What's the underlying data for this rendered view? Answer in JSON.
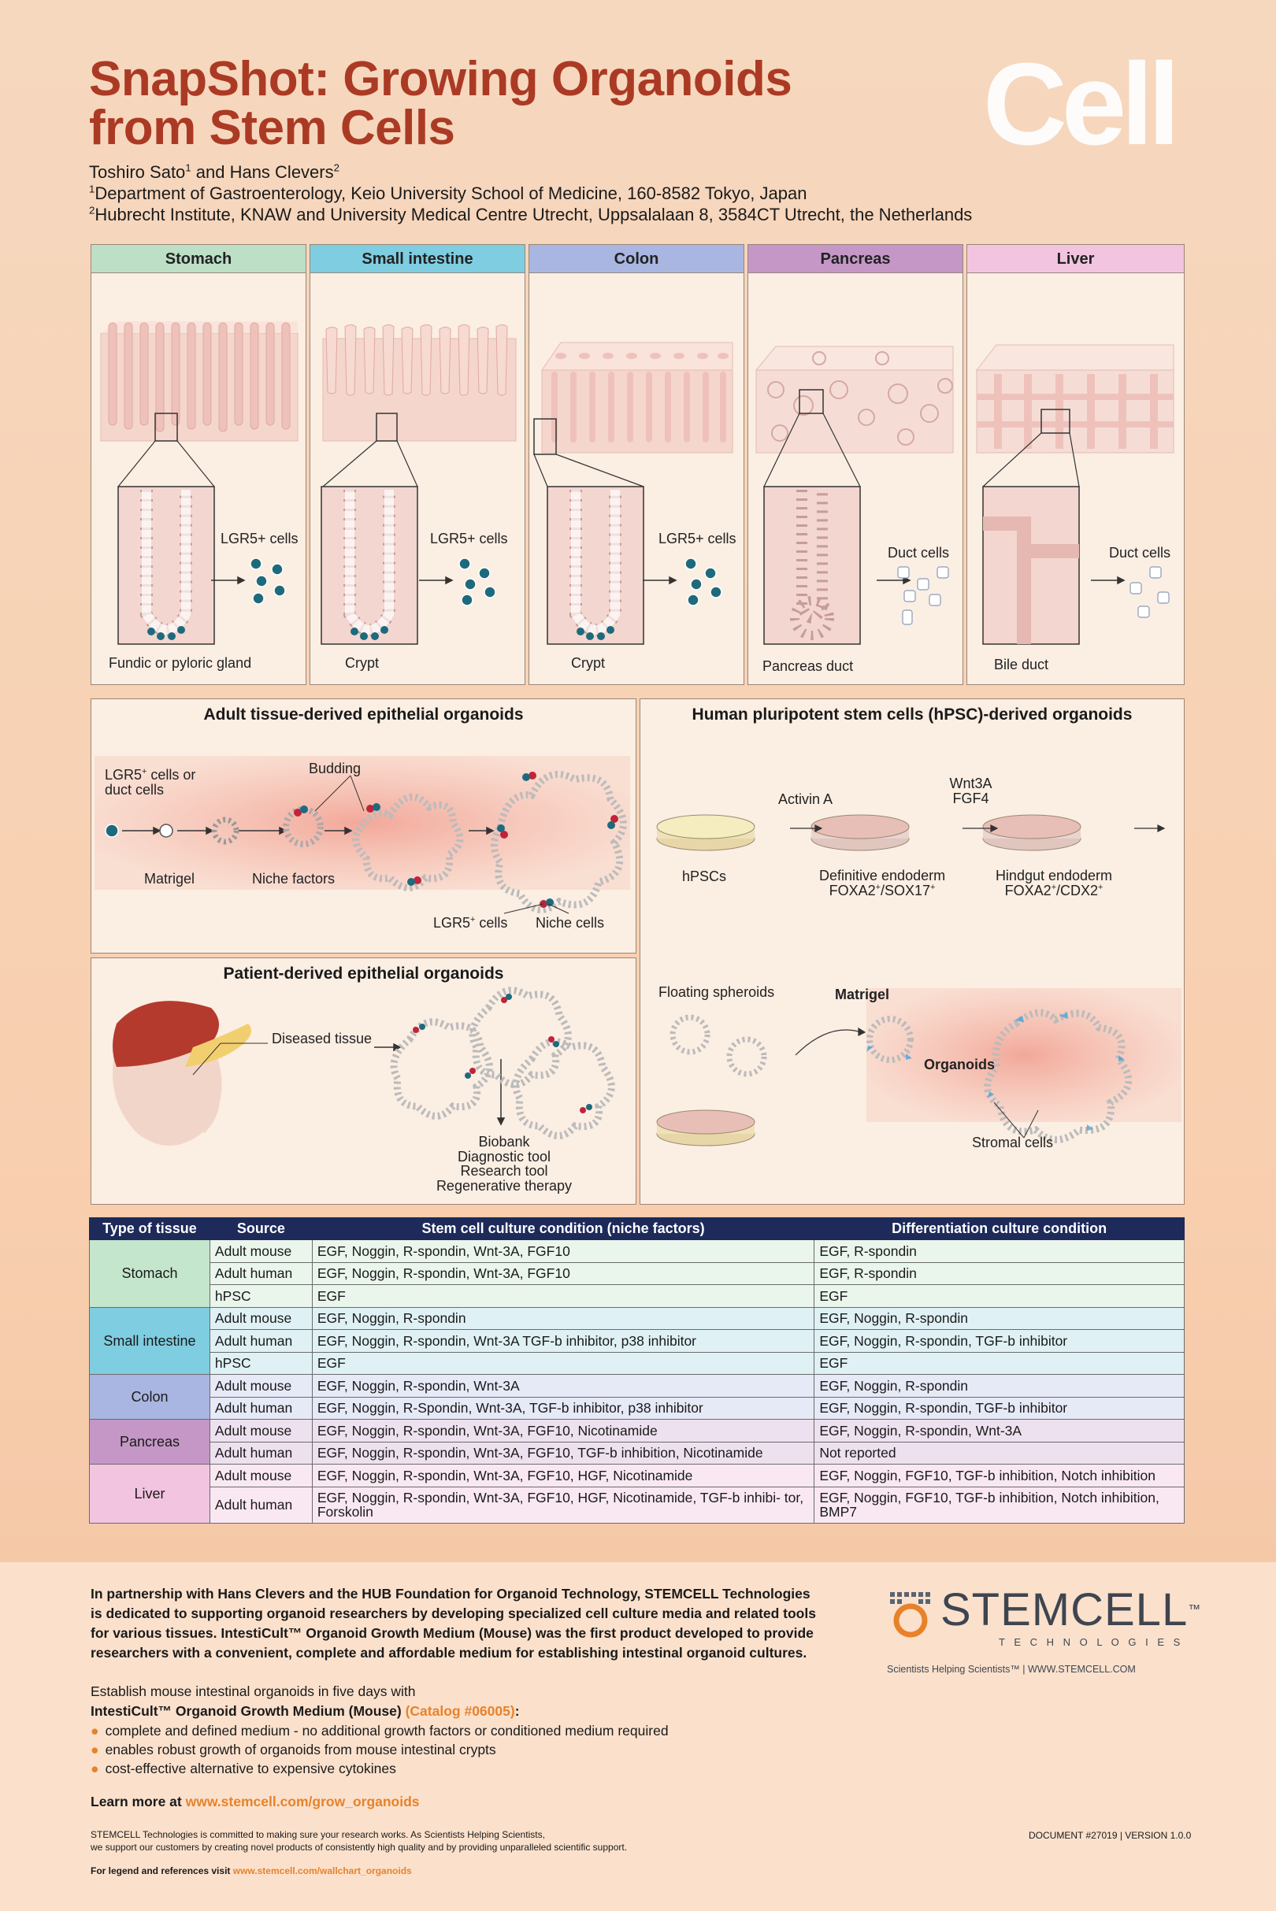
{
  "header": {
    "title_line1": "SnapShot: Growing Organoids",
    "title_line2": "from Stem Cells",
    "journal_logo": "Cell",
    "author1": "Toshiro Sato",
    "author_joiner": " and Hans Clevers",
    "affil1": "Department of Gastroenterology, Keio University School of Medicine, 160-8582 Tokyo, Japan",
    "affil2": "Hubrecht Institute, KNAW and University Medical Centre Utrecht, Uppsalalaan 8, 3584CT Utrecht, the Netherlands"
  },
  "tissues": [
    {
      "name": "Stomach",
      "color": "#bcdfc6",
      "cell_label": "LGR5+ cells",
      "structure": "Fundic or pyloric gland"
    },
    {
      "name": "Small intestine",
      "color": "#7fcde0",
      "cell_label": "LGR5+ cells",
      "structure": "Crypt"
    },
    {
      "name": "Colon",
      "color": "#a9b6e1",
      "cell_label": "LGR5+ cells",
      "structure": "Crypt"
    },
    {
      "name": "Pancreas",
      "color": "#c497c6",
      "cell_label": "Duct cells",
      "structure": "Pancreas duct"
    },
    {
      "name": "Liver",
      "color": "#f2c4e0",
      "cell_label": "Duct cells",
      "structure": "Bile duct"
    }
  ],
  "adult_box": {
    "title": "Adult tissue-derived epithelial organoids",
    "start_label_1": "LGR5",
    "start_label_2": " cells or",
    "start_label_3": "duct cells",
    "budding": "Budding",
    "matrigel": "Matrigel",
    "niche_factors": "Niche factors",
    "lgr5_cells": "LGR5",
    "lgr5_suffix": " cells",
    "niche_cells": "Niche cells"
  },
  "patient_box": {
    "title": "Patient-derived epithelial organoids",
    "diseased": "Diseased tissue",
    "uses": [
      "Biobank",
      "Diagnostic tool",
      "Research tool",
      "Regenerative therapy"
    ]
  },
  "hpsc_box": {
    "title": "Human pluripotent stem cells (hPSC)-derived organoids",
    "activin": "Activin A",
    "wnt": "Wnt3A",
    "fgf": "FGF4",
    "hpscs": "hPSCs",
    "de_1": "Definitive endoderm",
    "de_2a": "FOXA2",
    "de_2b": "/SOX17",
    "hg_1": "Hindgut endoderm",
    "hg_2a": "FOXA2",
    "hg_2b": "/CDX2",
    "floating": "Floating spheroids",
    "matrigel": "Matrigel",
    "organoids": "Organoids",
    "stromal": "Stromal cells"
  },
  "table": {
    "headers": [
      "Type of tissue",
      "Source",
      "Stem cell culture condition (niche factors)",
      "Differentiation culture condition"
    ],
    "groups": [
      {
        "tissue": "Stomach",
        "color": "#c4e6cc",
        "row_color": "#eaf5ec",
        "rows": [
          {
            "source": "Adult mouse",
            "stem": "EGF, Noggin, R-spondin, Wnt-3A, FGF10",
            "diff": "EGF, R-spondin"
          },
          {
            "source": "Adult human",
            "stem": "EGF, Noggin, R-spondin, Wnt-3A, FGF10",
            "diff": "EGF, R-spondin"
          },
          {
            "source": "hPSC",
            "stem": "EGF",
            "diff": "EGF"
          }
        ]
      },
      {
        "tissue": "Small intestine",
        "color": "#7fcde0",
        "row_color": "#dff1f5",
        "rows": [
          {
            "source": "Adult mouse",
            "stem": "EGF, Noggin, R-spondin",
            "diff": "EGF, Noggin, R-spondin"
          },
          {
            "source": "Adult human",
            "stem": "EGF, Noggin, R-spondin, Wnt-3A TGF-b inhibitor, p38 inhibitor",
            "diff": "EGF, Noggin, R-spondin, TGF-b inhibitor"
          },
          {
            "source": "hPSC",
            "stem": "EGF",
            "diff": "EGF"
          }
        ]
      },
      {
        "tissue": "Colon",
        "color": "#a9b6e1",
        "row_color": "#e6e9f6",
        "rows": [
          {
            "source": "Adult mouse",
            "stem": "EGF, Noggin, R-spondin, Wnt-3A",
            "diff": "EGF, Noggin, R-spondin"
          },
          {
            "source": "Adult human",
            "stem": "EGF, Noggin, R-Spondin, Wnt-3A, TGF-b inhibitor, p38 inhibitor",
            "diff": "EGF, Noggin, R-spondin, TGF-b inhibitor"
          }
        ]
      },
      {
        "tissue": "Pancreas",
        "color": "#c497c6",
        "row_color": "#eee1ef",
        "rows": [
          {
            "source": "Adult mouse",
            "stem": "EGF, Noggin, R-spondin, Wnt-3A, FGF10, Nicotinamide",
            "diff": "EGF, Noggin, R-spondin, Wnt-3A"
          },
          {
            "source": "Adult human",
            "stem": "EGF, Noggin, R-spondin, Wnt-3A, FGF10, TGF-b inhibition, Nicotinamide",
            "diff": "Not reported"
          }
        ]
      },
      {
        "tissue": "Liver",
        "color": "#f2c4e0",
        "row_color": "#f9e8f2",
        "rows": [
          {
            "source": "Adult mouse",
            "stem": "EGF, Noggin, R-spondin, Wnt-3A, FGF10, HGF, Nicotinamide",
            "diff": "EGF, Noggin, FGF10, TGF-b inhibition, Notch inhibition"
          },
          {
            "source": "Adult human",
            "stem": "EGF, Noggin, R-spondin, Wnt-3A, FGF10, HGF, Nicotinamide, TGF-b inhibi- tor, Forskolin",
            "diff": "EGF, Noggin, FGF10, TGF-b inhibition, Notch inhibition, BMP7"
          }
        ]
      }
    ]
  },
  "footer": {
    "partnership": [
      "In partnership with Hans Clevers and the HUB Foundation for Organoid Technology, STEMCELL Technologies",
      "is dedicated to supporting organoid researchers by developing specialized cell culture media and related tools",
      "for various tissues. IntestiCult™ Organoid Growth Medium (Mouse) was the first product developed to provide",
      "researchers with a convenient, complete and affordable medium for establishing intestinal organoid cultures."
    ],
    "establish": "Establish mouse intestinal organoids in five days with",
    "product": "IntestiCult™ Organoid Growth Medium (Mouse)",
    "catalog": "(Catalog #06005)",
    "colon": ":",
    "bullets": [
      "complete and defined medium - no additional growth factors or conditioned medium required",
      "enables robust growth of organoids from mouse intestinal crypts",
      "cost-effective alternative to expensive cytokines"
    ],
    "learn_prefix": "Learn more at ",
    "learn_url": "www.stemcell.com/grow_organoids",
    "commit_1": "STEMCELL Technologies is committed to making sure your research works. As Scientists Helping Scientists,",
    "commit_2": "we support our customers by creating novel products of consistently high quality and by providing unparalleled scientific support.",
    "legend_prefix": "For legend and references visit ",
    "legend_url": "www.stemcell.com/wallchart_organoids",
    "document": "DOCUMENT #27019  |  VERSION 1.0.0",
    "brand": "STEMCELL",
    "brand_tm": "™",
    "brand_sub": "T E C H N O L O G I E S",
    "tagline": "Scientists Helping Scientists™   |   WWW.STEMCELL.COM"
  },
  "colors": {
    "title": "#ab3a24",
    "accent_orange": "#e7822a",
    "table_header": "#1d2a5a",
    "cell_teal": "#1e6a7d",
    "niche_red": "#c0243a"
  }
}
